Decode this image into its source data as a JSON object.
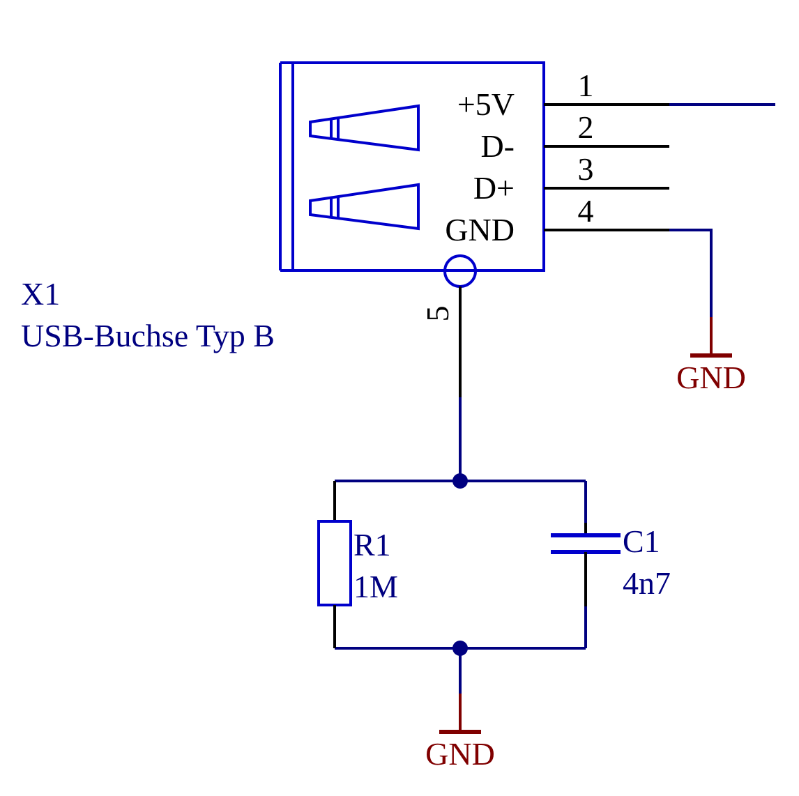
{
  "connector": {
    "designator": "X1",
    "value": "USB-Buchse Typ B",
    "pins": [
      {
        "number": "1",
        "name": "+5V"
      },
      {
        "number": "2",
        "name": "D-"
      },
      {
        "number": "3",
        "name": "D+"
      },
      {
        "number": "4",
        "name": "GND"
      }
    ],
    "shield_pin": "5"
  },
  "resistor": {
    "designator": "R1",
    "value": "1M"
  },
  "capacitor": {
    "designator": "C1",
    "value": "4n7"
  },
  "ground_labels": [
    "GND",
    "GND"
  ],
  "colors": {
    "wire": "#000080",
    "pin": "#000000",
    "symbol": "#0000cc",
    "component_text": "#000080",
    "power_port": "#800000"
  }
}
